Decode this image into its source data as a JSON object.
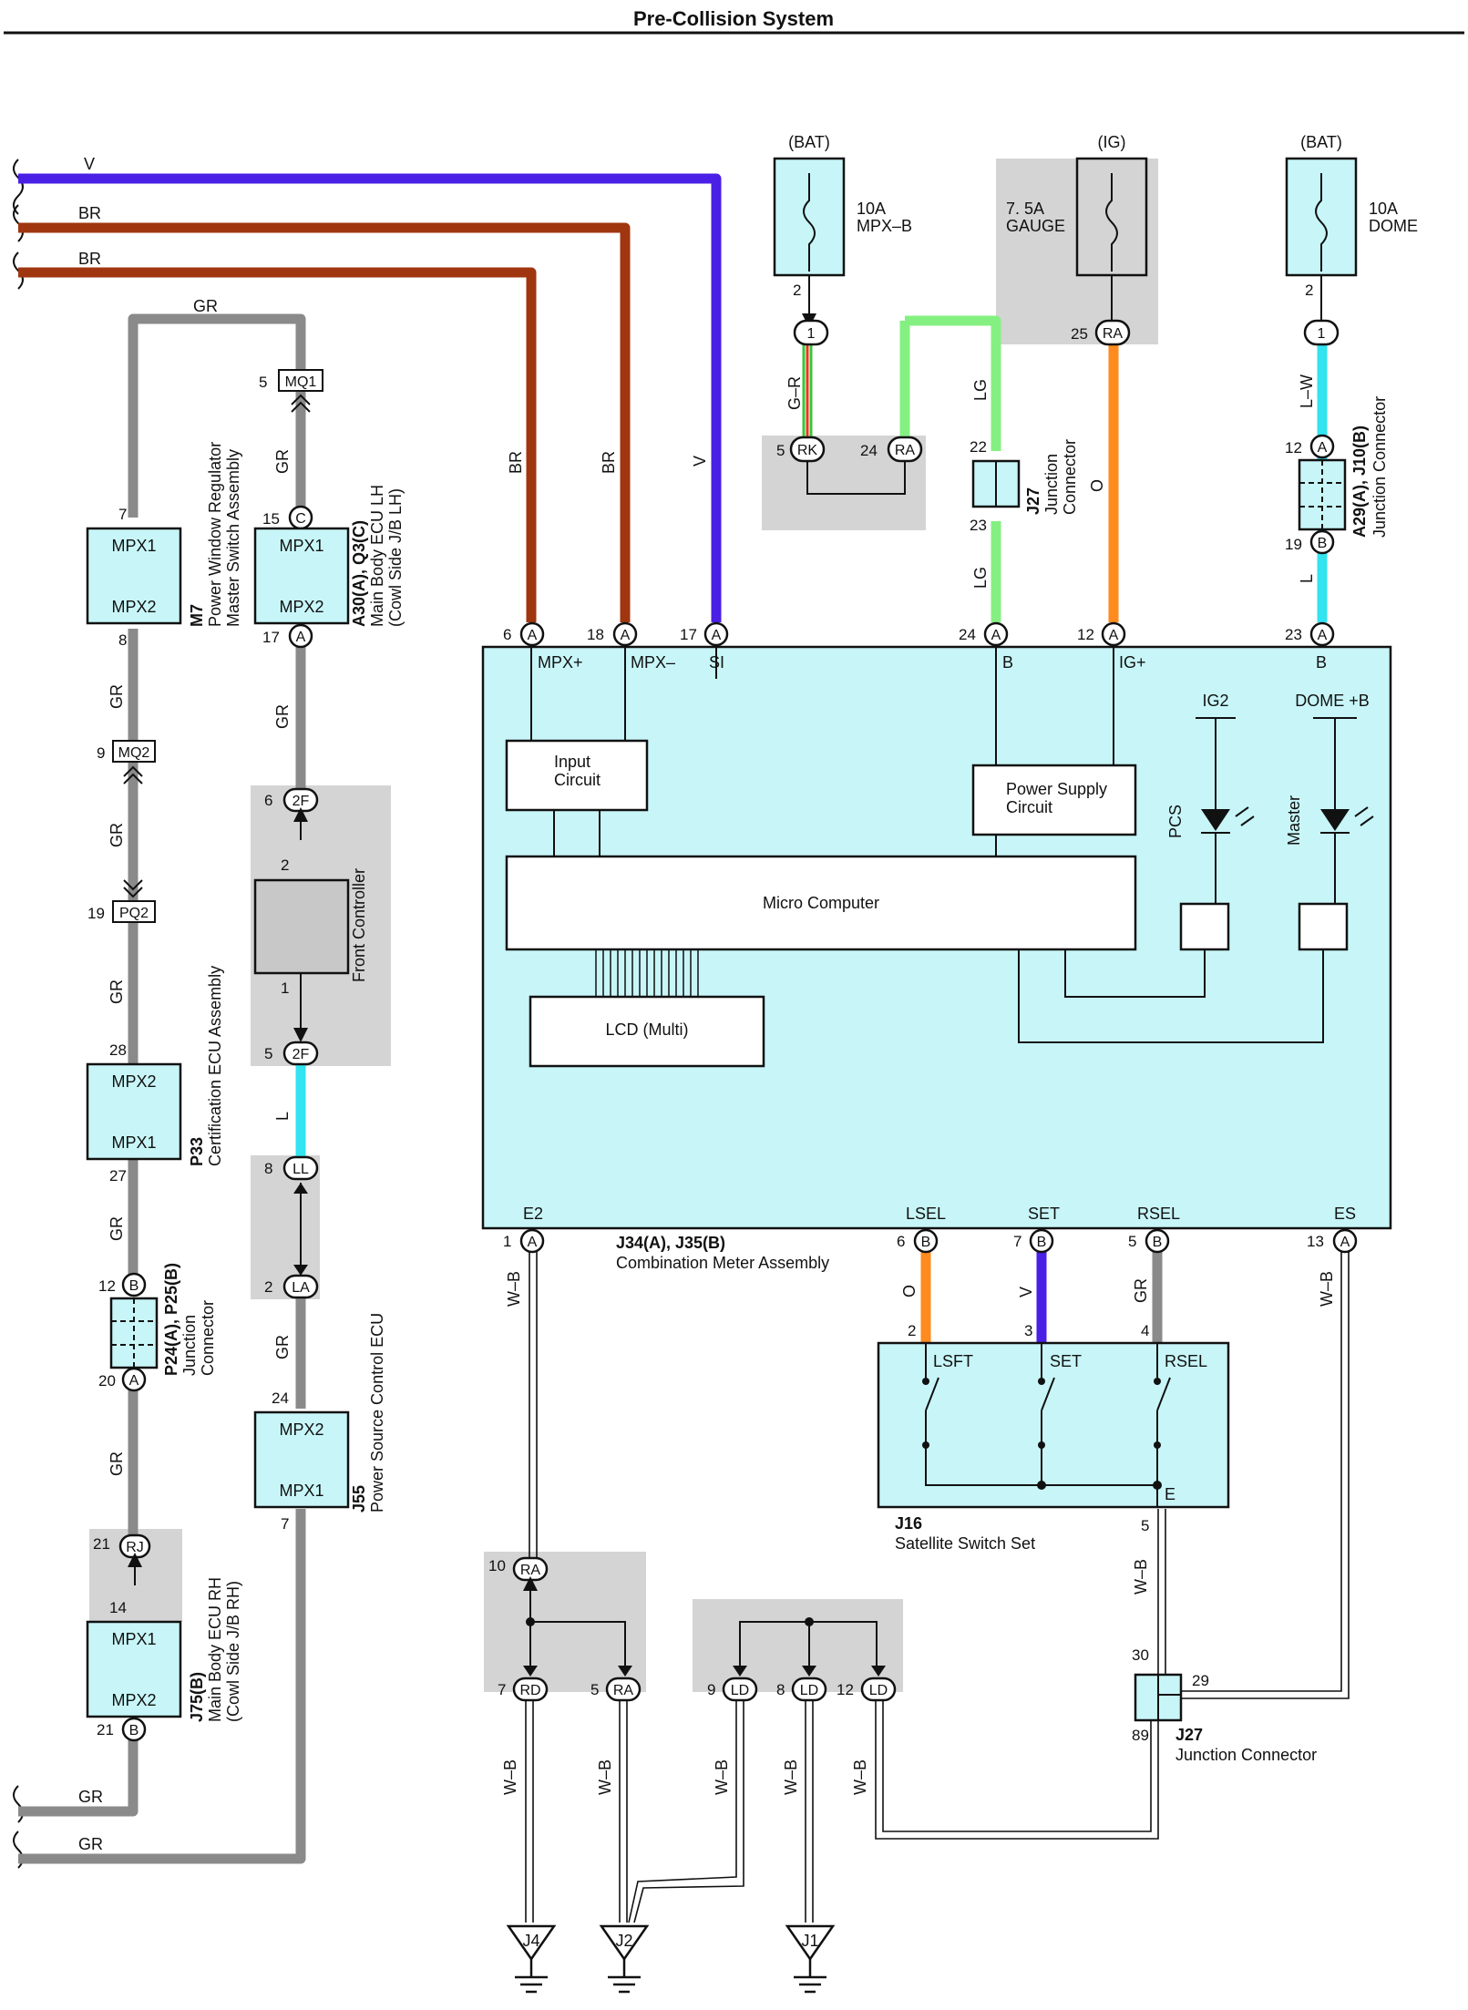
{
  "title": "Pre-Collision System",
  "colors": {
    "V": "#4a1fe6",
    "BR": "#a0360f",
    "GR": "#8a8a8a",
    "L": "#33e3f0",
    "LG": "#84f082",
    "O": "#ff8a1e",
    "G-R": "#3bc43b",
    "component_fill": "#c8f6f8",
    "shade": "#d4d4d4"
  },
  "wires": {
    "v": "V",
    "br": "BR",
    "gr": "GR",
    "l": "L",
    "lg": "LG",
    "o": "O",
    "gr_label": "G–R",
    "lw": "L–W",
    "wb": "W–B"
  },
  "power": {
    "bat": "(BAT)",
    "ig": "(IG)",
    "fuse_mpxb": [
      "10A",
      "MPX–B"
    ],
    "fuse_gauge": [
      "7. 5A",
      "GAUGE"
    ],
    "fuse_dome": [
      "10A",
      "DOME"
    ]
  },
  "components": {
    "m7": {
      "code": "M7",
      "name": [
        "Power Window Regulator",
        "Master Switch Assembly"
      ],
      "p1": "MPX1",
      "p2": "MPX2"
    },
    "a30": {
      "code": "A30(A), Q3(C)",
      "name": [
        "Main Body ECU LH",
        "(Cowl Side J/B LH)"
      ],
      "p1": "MPX1",
      "p2": "MPX2"
    },
    "p33": {
      "code": "P33",
      "name": [
        "Certification ECU Assembly"
      ],
      "p1": "MPX2",
      "p2": "MPX1"
    },
    "front": {
      "name": "Front Controller"
    },
    "p24": {
      "code": "P24(A), P25(B)",
      "name": [
        "Junction",
        "Connector"
      ]
    },
    "j55": {
      "code": "J55",
      "name": [
        "Power Source Control ECU"
      ],
      "p1": "MPX2",
      "p2": "MPX1"
    },
    "j75": {
      "code": "J75(B)",
      "name": [
        "Main Body ECU RH",
        "(Cowl Side J/B RH)"
      ],
      "p1": "MPX1",
      "p2": "MPX2"
    },
    "j27a": {
      "code": "J27",
      "name": [
        "Junction",
        "Connector"
      ]
    },
    "a29": {
      "code": "A29(A), J10(B)",
      "name": [
        "Junction Connector"
      ]
    },
    "meter": {
      "code": "J34(A), J35(B)",
      "name": "Combination Meter Assembly"
    },
    "j16": {
      "code": "J16",
      "name": "Satellite Switch Set"
    },
    "j27b": {
      "code": "J27",
      "name": "Junction Connector"
    }
  },
  "meter": {
    "input": [
      "Input",
      "Circuit"
    ],
    "power": [
      "Power Supply",
      "Circuit"
    ],
    "micro": "Micro Computer",
    "lcd": "LCD (Multi)",
    "ig2": "IG2",
    "dome": "DOME +B",
    "pcs": "PCS",
    "master": "Master",
    "terms": {
      "mpxp": "MPX+",
      "mpxm": "MPX–",
      "si": "SI",
      "b": "B",
      "igp": "IG+",
      "e2": "E2",
      "lsel": "LSEL",
      "set": "SET",
      "rsel": "RSEL",
      "es": "ES"
    }
  },
  "j16_terms": {
    "lsft": "LSFT",
    "set": "SET",
    "rsel": "RSEL",
    "e": "E"
  },
  "connectors": {
    "mq1": "MQ1",
    "mq2": "MQ2",
    "pq2": "PQ2",
    "c": "C",
    "a": "A",
    "b": "B",
    "f2": "2F",
    "ll": "LL",
    "la": "LA",
    "rj": "RJ",
    "rk": "RK",
    "ra": "RA",
    "rd": "RD",
    "ld": "LD",
    "one": "1"
  },
  "pins": {
    "n1": "1",
    "n2": "2",
    "n3": "3",
    "n4": "4",
    "n5": "5",
    "n6": "6",
    "n7": "7",
    "n8": "8",
    "n9": "9",
    "n10": "10",
    "n12": "12",
    "n13": "13",
    "n14": "14",
    "n15": "15",
    "n17": "17",
    "n18": "18",
    "n19": "19",
    "n20": "20",
    "n21": "21",
    "n22": "22",
    "n23": "23",
    "n24": "24",
    "n25": "25",
    "n27": "27",
    "n28": "28",
    "n29": "29",
    "n30": "30",
    "n89": "89"
  },
  "grounds": {
    "j4": "J4",
    "j2": "J2",
    "j1": "J1"
  }
}
